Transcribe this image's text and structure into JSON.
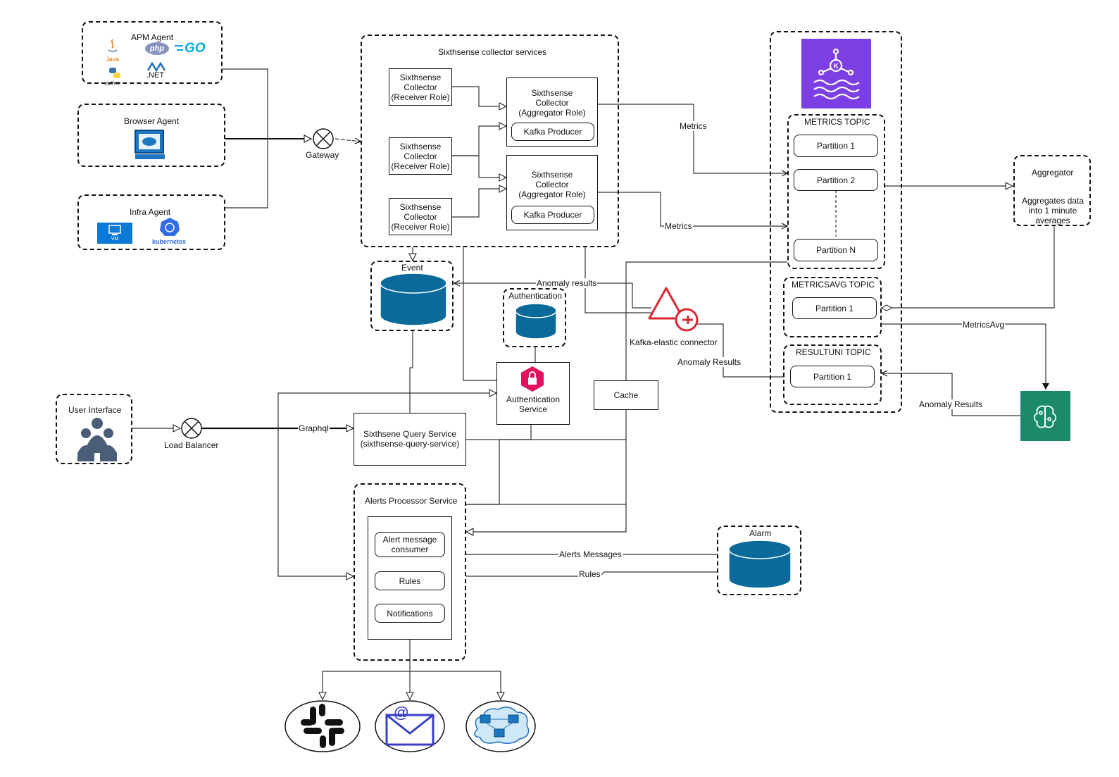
{
  "agents": {
    "apm": "APM Agent",
    "java": "Java",
    "php": "php",
    "go": "GO",
    "net": ".NET",
    "python": "python",
    "browser": "Browser Agent",
    "infra": "Infra Agent",
    "vm": "VM",
    "kubernetes": "kubernetes"
  },
  "gateway": "Gateway",
  "collector": {
    "title": "Sixthsense collector services",
    "receiver": "Sixthsense Collector (Receiver Role)",
    "aggregator": "Sixthsense Collector (Aggregator Role)",
    "producer": "Kafka Producer"
  },
  "kafka": {
    "metrics_topic": "METRICS TOPIC",
    "partition1": "Partition 1",
    "partition2": "Partition 2",
    "partitionN": "Partition N",
    "metricsavg_topic": "METRICSAVG TOPIC",
    "resultuni_topic": "RESULTUNI TOPIC"
  },
  "aggregator": {
    "title": "Aggregator",
    "desc": "Aggregates data into 1 minute averages"
  },
  "edges": {
    "metrics": "Metrics",
    "metricsavg": "MetricsAvg",
    "anomaly_results_lower": "Anomaly results",
    "anomaly_results": "Anomaly Results",
    "graphql": "Graphql",
    "alerts_messages": "Alerts Messages",
    "rules": "Rules"
  },
  "event": "Event",
  "authentication": "Authentication",
  "auth_service": "Authentication Service",
  "connector": "Kafka-elastic connector",
  "cache": "Cache",
  "ui": "User Interface",
  "load_balancer": "Load Balancer",
  "query_service": {
    "name": "Sixthsene Query Service",
    "id": "(sixthsense-query-service)"
  },
  "alerts": {
    "title": "Alerts Processor Service",
    "consumer": "Alert message consumer",
    "rules": "Rules",
    "notifications": "Notifications"
  },
  "alarm": "Alarm",
  "colors": {
    "db": "#0b6a9a",
    "kafka_bg": "#7b3fe4",
    "ml_bg": "#1b8a6b",
    "auth_icon": "#e0115f",
    "connector": "#d9282f"
  }
}
